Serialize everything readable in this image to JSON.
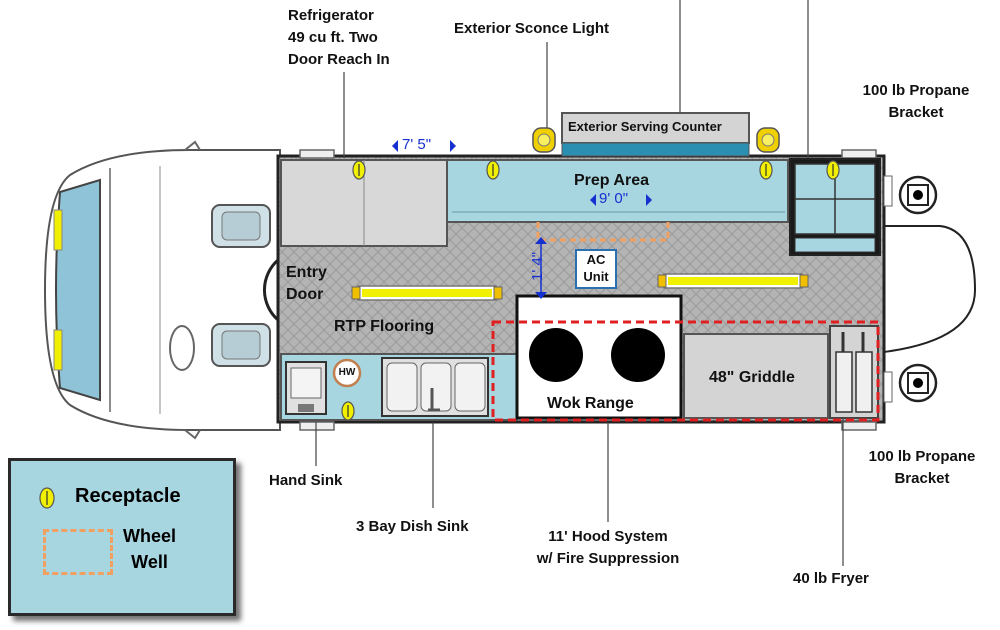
{
  "labels": {
    "refrigerator": [
      "Refrigerator",
      "49 cu ft. Two",
      "Door Reach In"
    ],
    "exterior_sconce": "Exterior Sconce Light",
    "propane_top": [
      "100 lb Propane",
      "Bracket"
    ],
    "propane_bottom": [
      "100 lb Propane",
      "Bracket"
    ],
    "exterior_counter": "Exterior Serving Counter",
    "prep_area": "Prep Area",
    "entry_door": [
      "Entry",
      "Door"
    ],
    "flooring": "RTP Flooring",
    "ac_unit": [
      "AC",
      "Unit"
    ],
    "hot_water": "HW",
    "wok_range": "Wok Range",
    "griddle": "48\" Griddle",
    "hand_sink": "Hand Sink",
    "dish_sink": "3 Bay Dish Sink",
    "hood": [
      "11' Hood System",
      "w/ Fire Suppression"
    ],
    "fryer": "40 lb Fryer"
  },
  "dimensions": {
    "fridge_width": "7' 5\"",
    "prep_width": "9' 0\"",
    "aisle": "1' 4\""
  },
  "legend": {
    "receptacle": "Receptacle",
    "wheel_well": [
      "Wheel",
      "Well"
    ]
  },
  "colors": {
    "floor": "#b8b8b8",
    "counter": "#a8d6e0",
    "appliance": "#d4d4d4",
    "light": "#f0f000",
    "wheel_well": "#f0a060",
    "hood_line": "#e02020",
    "dimension": "#1530d0"
  }
}
